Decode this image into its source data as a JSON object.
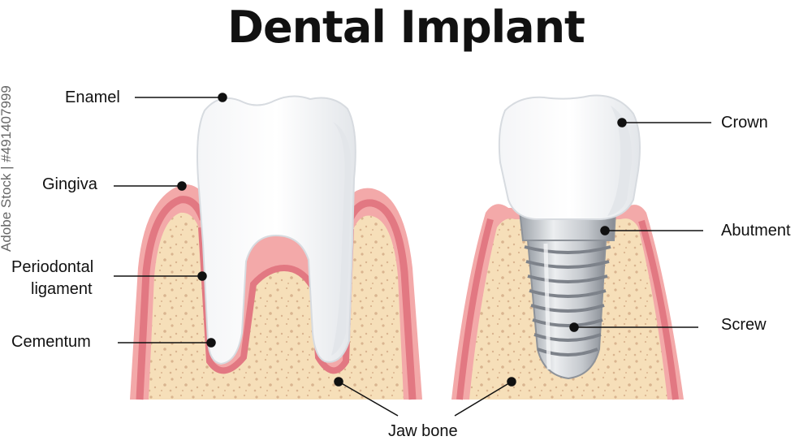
{
  "title": "Dental Implant",
  "labels": {
    "enamel": "Enamel",
    "gingiva": "Gingiva",
    "periodontal_1": "Periodontal",
    "periodontal_2": "ligament",
    "cementum": "Cementum",
    "jaw_bone": "Jaw bone",
    "crown": "Crown",
    "abutment": "Abutment",
    "screw": "Screw"
  },
  "watermark": "Adobe Stock | #491407999",
  "colors": {
    "gum": "#f3a9a9",
    "gum_dark": "#e27882",
    "bone": "#f6dfb9",
    "bone_spot": "#d9b48f",
    "tooth": "#ffffff",
    "tooth_shade": "#dfe2e6",
    "metal": "#c9ccd1",
    "metal_dark": "#8e939a"
  }
}
